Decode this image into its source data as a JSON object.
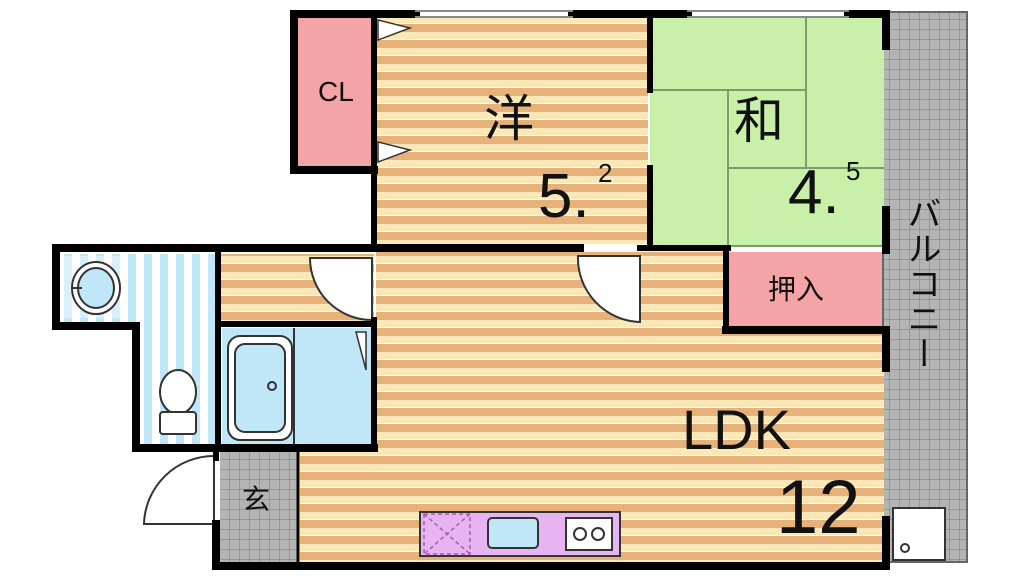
{
  "rooms": {
    "western": {
      "name": "洋",
      "size_main": "5.",
      "size_sup": "2"
    },
    "japanese": {
      "name": "和",
      "size_main": "4.",
      "size_sup": "5"
    },
    "ldk": {
      "name": "LDK",
      "size": "12"
    },
    "closet": {
      "name": "CL"
    },
    "oshiire": {
      "name": "押入"
    },
    "entrance": {
      "name": "玄"
    },
    "balcony": {
      "name": "バルコニー"
    }
  },
  "colors": {
    "wall": "#000000",
    "wood_light": "#fbe8b8",
    "wood_dark": "#e6b27a",
    "tatami": "#c9f0a8",
    "storage": "#f4a3a7",
    "bath": "#bfe7f7",
    "tile": "#b4b4b4",
    "kitchen": "#e6b4f0"
  }
}
